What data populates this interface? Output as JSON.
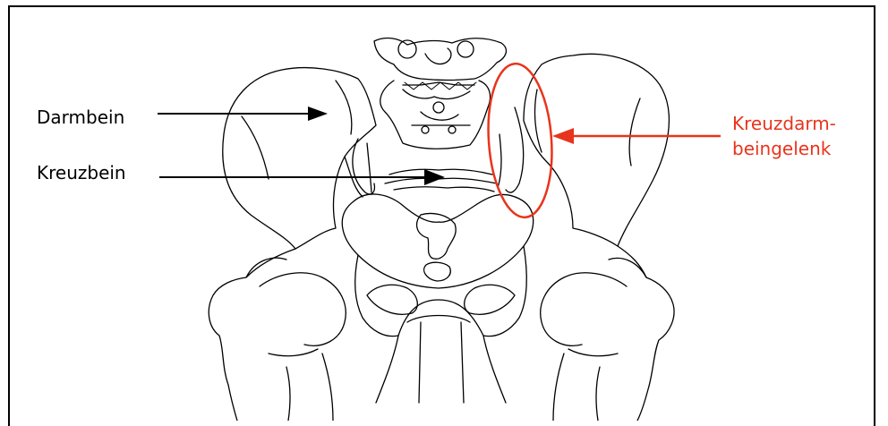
{
  "labels": {
    "darmbein": "Darmbein",
    "kreuzbein": "Kreuzbein",
    "joint_line1": "Kreuzdarm-",
    "joint_line2": "beingelenk"
  },
  "colors": {
    "highlight": "#e8341c",
    "line": "#000000"
  }
}
